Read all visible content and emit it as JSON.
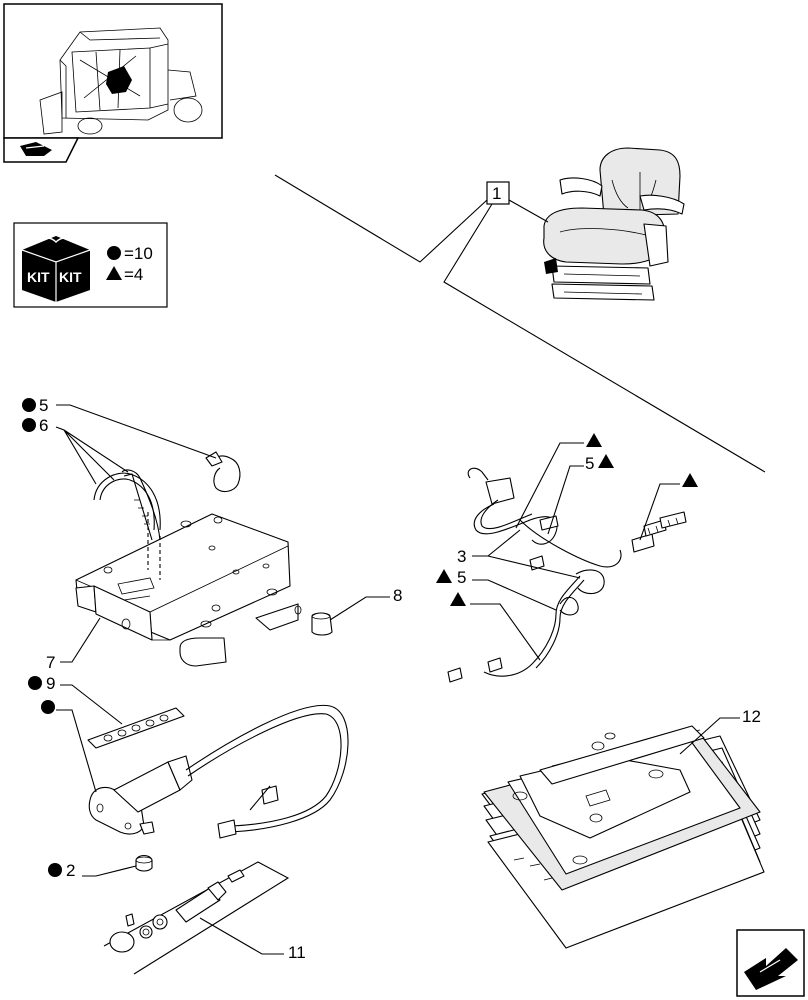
{
  "kit_legend": {
    "kit_word_left": "KIT",
    "kit_word_right": "KIT",
    "circle_qty": "=10",
    "triangle_qty": "=4"
  },
  "callouts": {
    "assembly": "1",
    "item_2": "2",
    "item_3": "3",
    "item_5_wire": "5",
    "item_5_harness": "5",
    "item_5_strap": "5",
    "item_6": "6",
    "item_7": "7",
    "item_8": "8",
    "item_9": "9",
    "item_11": "11",
    "item_12": "12"
  },
  "icons": {
    "locator": "tractor-cab-locator-icon",
    "nav_back": "back-arrow-icon",
    "nav_next": "next-arrow-icon",
    "kit_box": "kit-box-icon",
    "circle_marker": "filled-circle-icon",
    "triangle_marker": "filled-triangle-icon"
  }
}
